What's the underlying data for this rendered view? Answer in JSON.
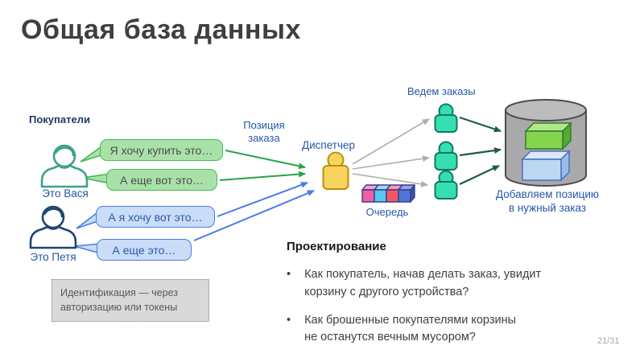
{
  "slide": {
    "title": "Общая база данных",
    "page_number": "21/31"
  },
  "buyers": {
    "heading": "Покупатели",
    "persons": [
      {
        "name": "Это Вася",
        "bubbles": [
          "Я хочу купить это…",
          "А еще вот это…"
        ]
      },
      {
        "name": "Это Петя",
        "bubbles": [
          "А я хочу вот это…",
          "А еще это…"
        ]
      }
    ]
  },
  "flow": {
    "order_item_label": "Позиция\nзаказа",
    "dispatcher_label": "Диспетчер",
    "queue_label": "Очередь",
    "workers_label": "Ведем заказы",
    "database_label": "Добавляем позицию\nв нужный заказ"
  },
  "note": "Идентификация — через\nавторизацию или токены",
  "design": {
    "heading": "Проектирование",
    "bullet_marker": "•",
    "bullets": [
      "Как покупатель, начав делать заказ, увидит\nкорзину с другого устройства?",
      "Как брошенные покупателями корзины\nне останутся вечным мусором?"
    ]
  },
  "icons": {
    "buyer": "person-outline",
    "dispatcher": "person-filled-yellow",
    "worker": "person-filled-teal",
    "queue": "row-of-cubes",
    "database": "cylinder-with-boxes"
  },
  "colors": {
    "title_text": "#3F3F3F",
    "label_blue": "#2457A7",
    "heading_navy": "#1F3864",
    "bubble_green_fill": "#A9E2A9",
    "bubble_green_border": "#45B854",
    "bubble_blue_fill": "#C9DCF8",
    "bubble_blue_border": "#4A7EE0",
    "arrow_green": "#29A449",
    "arrow_blue": "#4A7BE8",
    "arrow_gray": "#ADADAD",
    "arrow_dark_teal": "#1E5B4F",
    "dispatcher_fill": "#F7D45F",
    "worker_fill": "#35DFB2",
    "queue_cube_colors": [
      "#F060A0",
      "#56C8F0",
      "#F05862",
      "#4F76D4"
    ],
    "database_gray": "#A9A9A9",
    "box_green": "#86D44E",
    "box_blue": "#BDD7F2",
    "note_bg": "#D9D9D9"
  }
}
